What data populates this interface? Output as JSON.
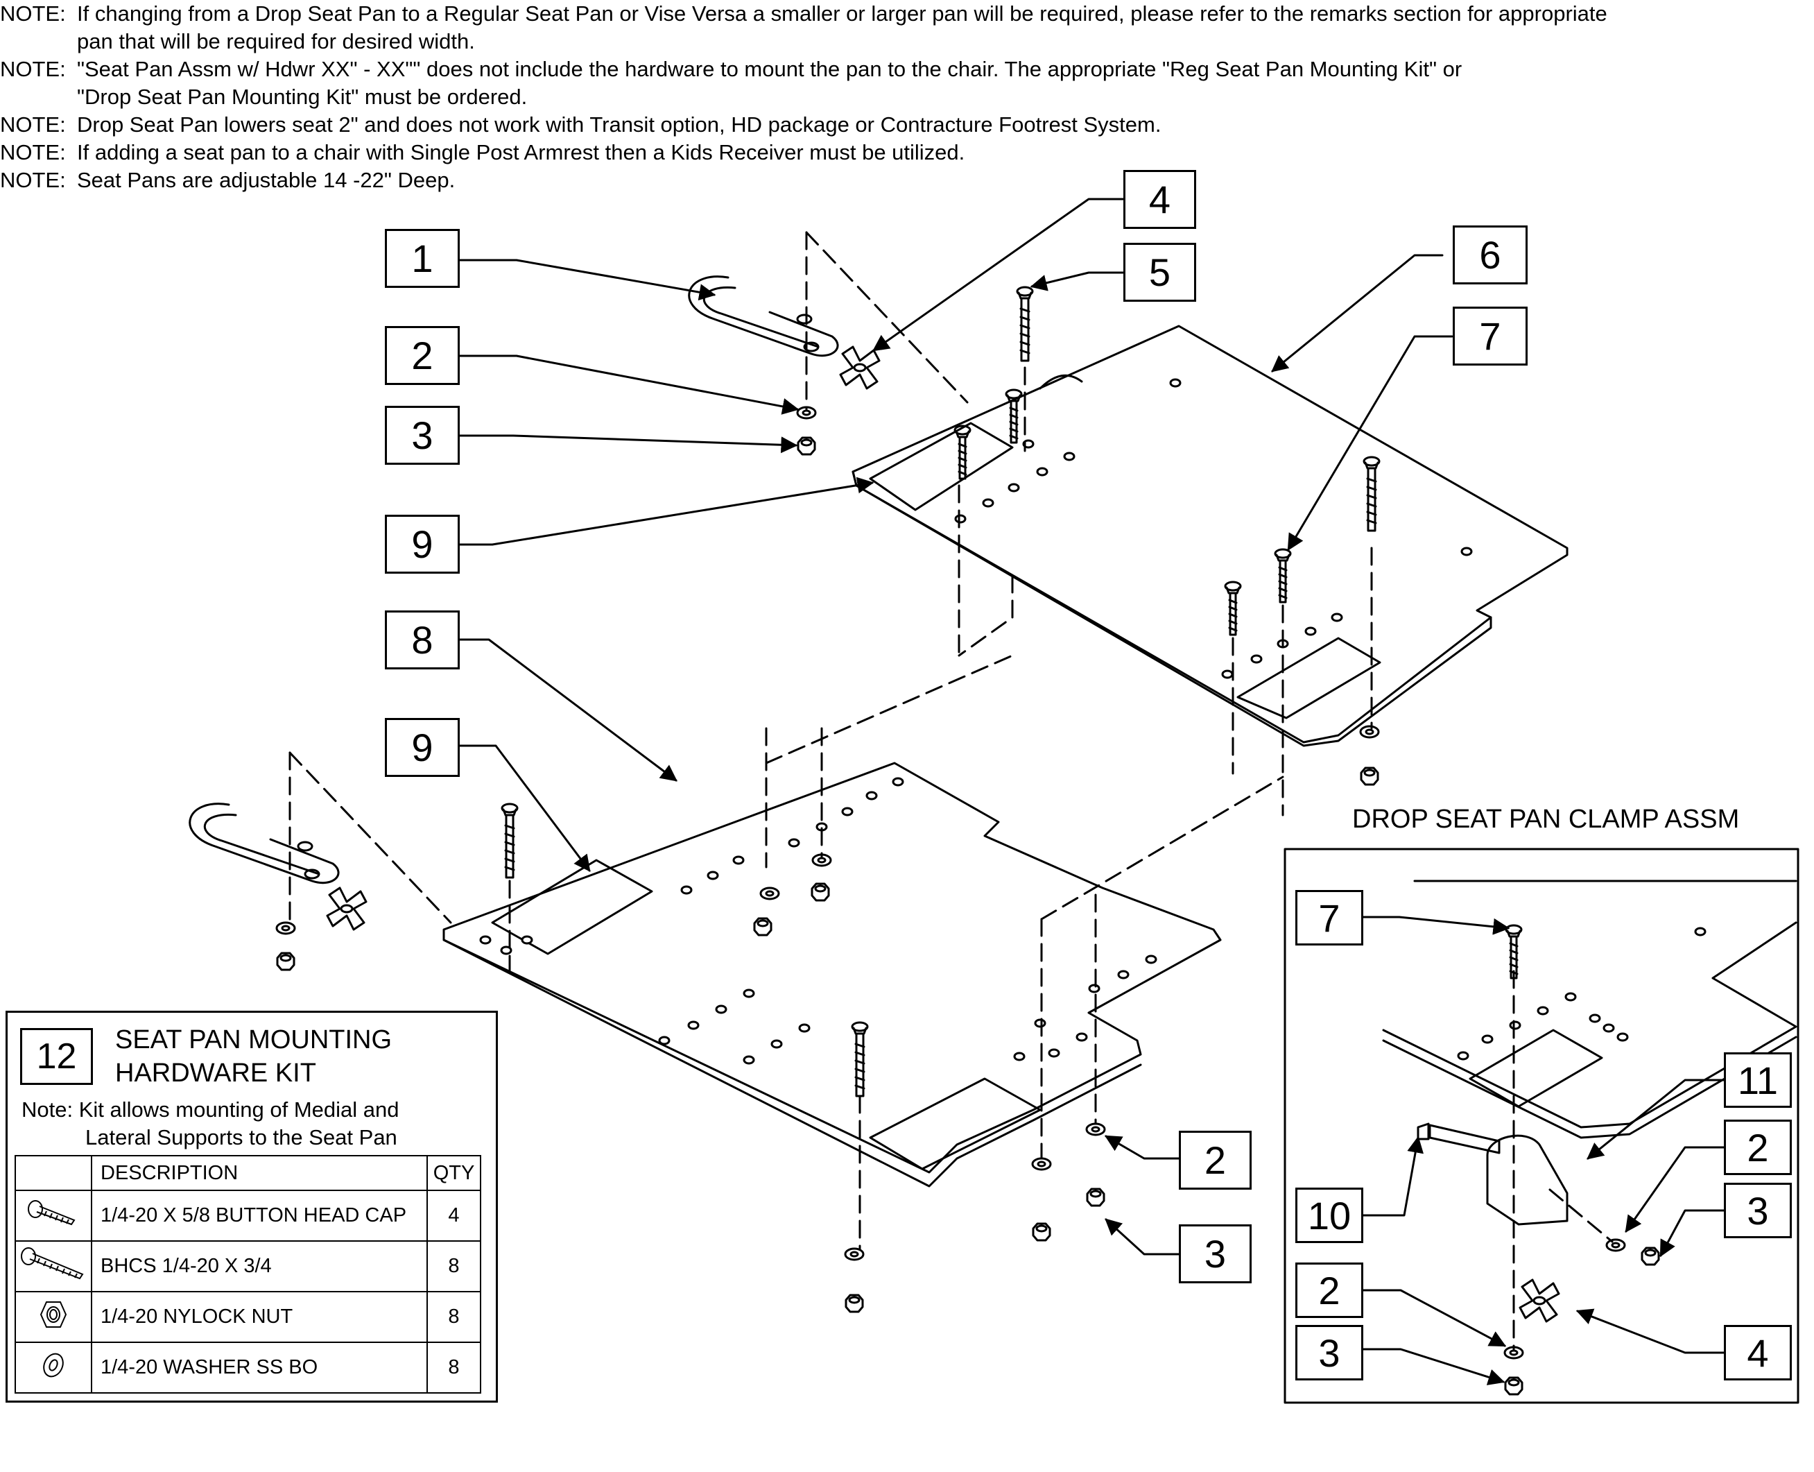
{
  "notes": [
    {
      "prefix": "NOTE:",
      "lines": [
        "If changing from a Drop Seat Pan to a Regular Seat Pan or Vise Versa a smaller or larger pan will be required, please refer to the remarks section for appropriate",
        "pan that will be required for desired width."
      ]
    },
    {
      "prefix": "NOTE:",
      "lines": [
        "\"Seat Pan Assm w/ Hdwr XX\" - XX\"\" does not include the hardware to mount the pan to the chair. The appropriate \"Reg Seat Pan Mounting Kit\" or",
        "\"Drop Seat Pan Mounting Kit\" must be ordered."
      ]
    },
    {
      "prefix": "NOTE:",
      "lines": [
        "Drop Seat Pan lowers seat 2\" and does not work with Transit option, HD package or Contracture Footrest System."
      ]
    },
    {
      "prefix": "NOTE:",
      "lines": [
        "If adding a seat pan to a chair with Single Post Armrest then a Kids Receiver must be utilized."
      ]
    },
    {
      "prefix": "NOTE:",
      "lines": [
        "Seat Pans are adjustable 14 -22\" Deep."
      ]
    }
  ],
  "callouts": {
    "c1": "1",
    "c2": "2",
    "c3": "3",
    "c4": "4",
    "c5": "5",
    "c6": "6",
    "c7": "7",
    "c9a": "9",
    "c8": "8",
    "c9b": "9",
    "c2b": "2",
    "c3b": "3",
    "d7": "7",
    "d11": "11",
    "d10": "10",
    "d2a": "2",
    "d3a": "3",
    "d2b": "2",
    "d3b": "3",
    "d4": "4"
  },
  "clamp_assembly_title": "DROP SEAT PAN CLAMP ASSM",
  "kit": {
    "number": "12",
    "title_line1": "SEAT PAN MOUNTING",
    "title_line2": "HARDWARE KIT",
    "note_line1": "Note: Kit allows mounting of Medial and",
    "note_line2": "Lateral Supports to the Seat Pan",
    "headers": {
      "description": "DESCRIPTION",
      "qty": "QTY"
    },
    "rows": [
      {
        "icon": "button-head-screw-icon",
        "description": "1/4-20 X 5/8 BUTTON HEAD CAP",
        "qty": "4"
      },
      {
        "icon": "bhcs-screw-icon",
        "description": "BHCS 1/4-20 X 3/4",
        "qty": "8"
      },
      {
        "icon": "nylock-nut-icon",
        "description": "1/4-20 NYLOCK NUT",
        "qty": "8"
      },
      {
        "icon": "washer-icon",
        "description": "1/4-20 WASHER SS BO",
        "qty": "8"
      }
    ]
  }
}
